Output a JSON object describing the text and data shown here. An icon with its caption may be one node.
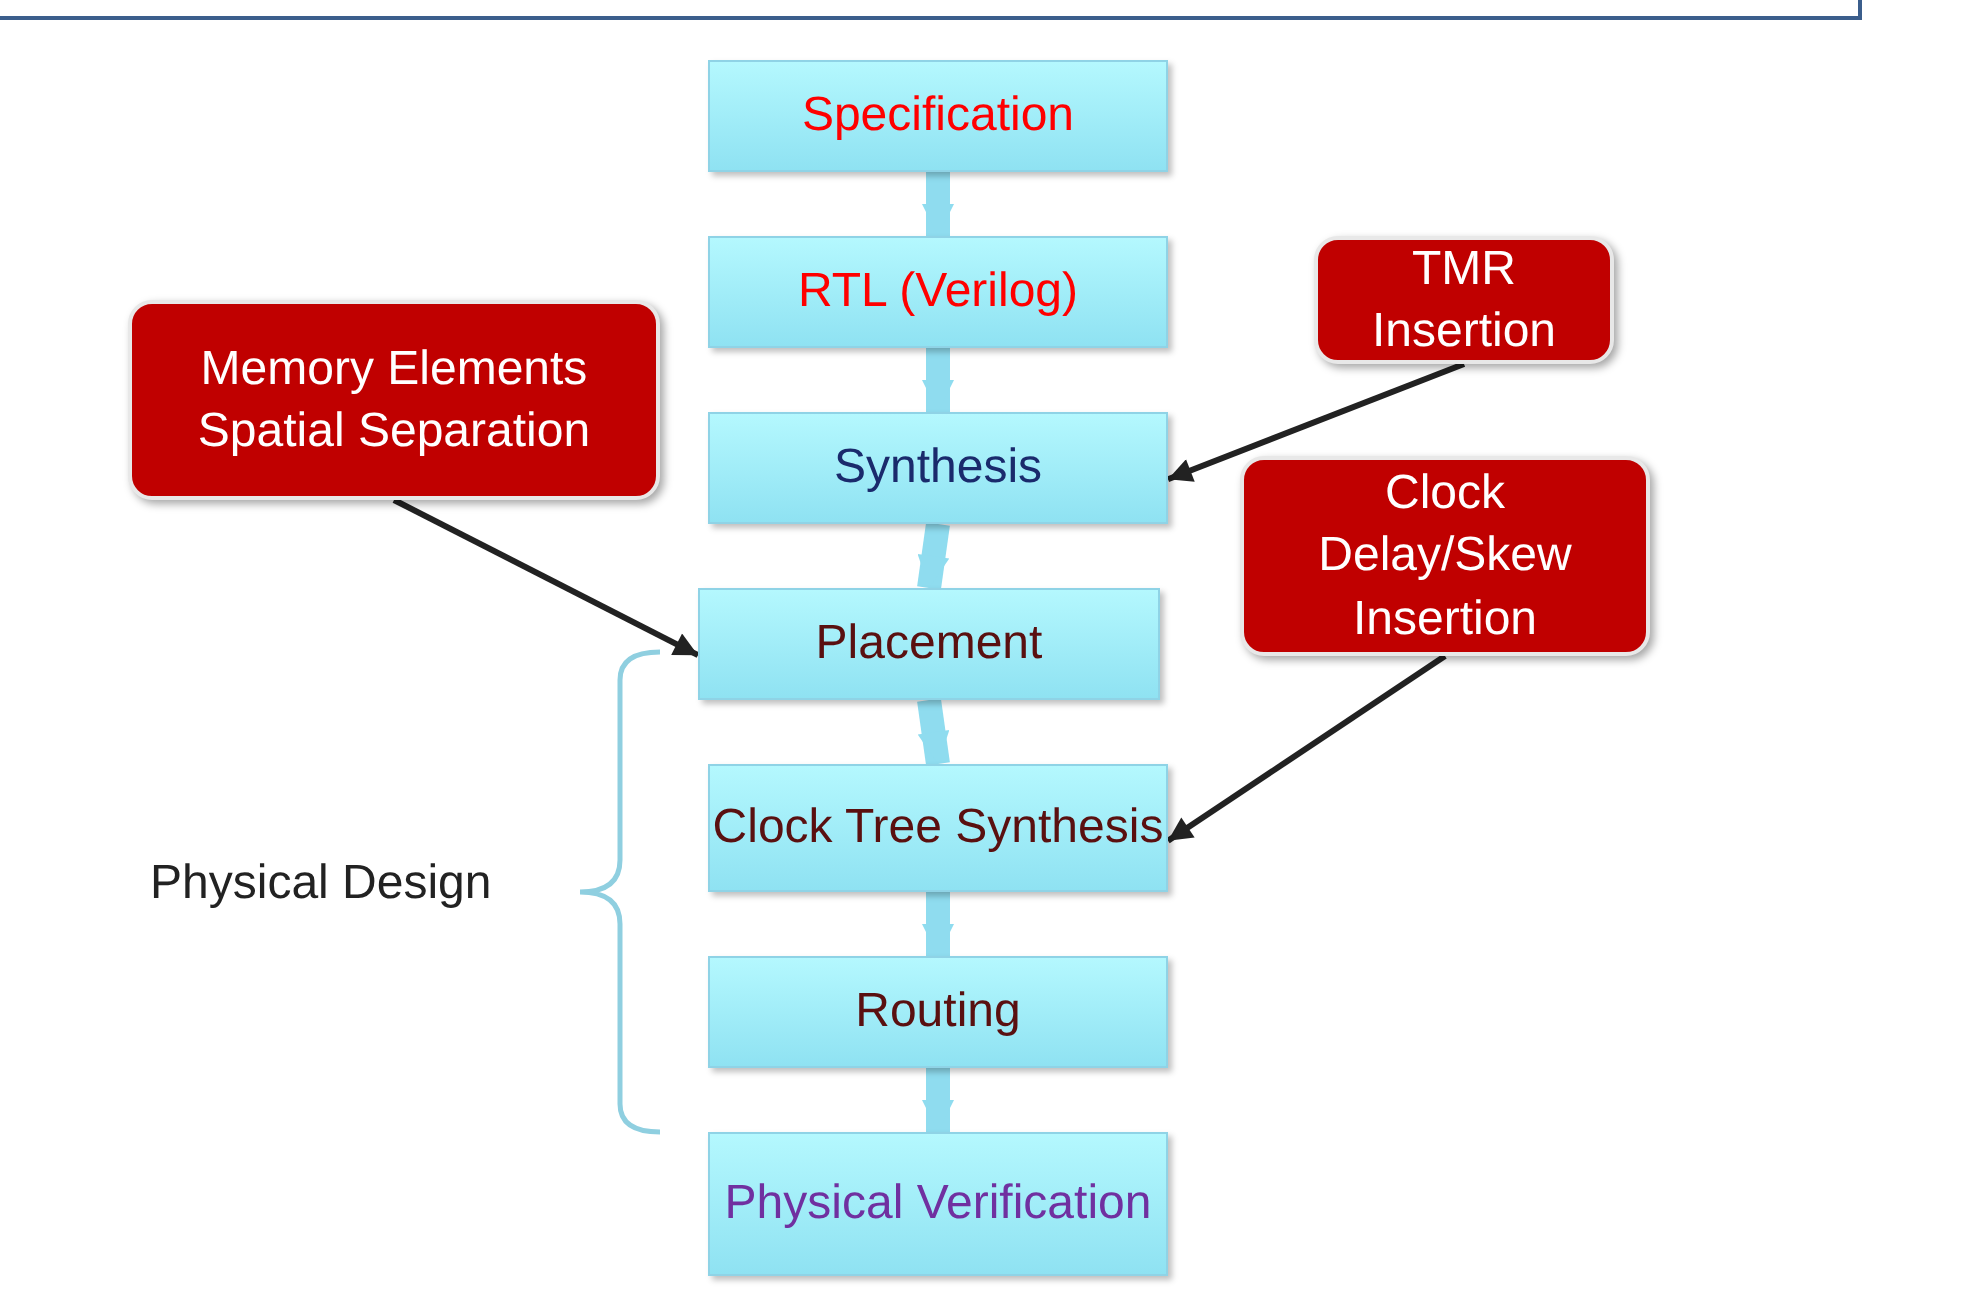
{
  "diagram": {
    "nodes": [
      {
        "text": [
          "Specification"
        ]
      },
      {
        "text": [
          "RTL (Verilog)"
        ]
      },
      {
        "text": [
          "TMR Insertion"
        ]
      },
      {
        "text": [
          "Memory Elements Spatial Separation"
        ]
      },
      {
        "text": [
          "Synthesis"
        ]
      },
      {
        "text": [
          "Clock Delay/Skew Insertion"
        ]
      },
      {
        "text": [
          "Placement"
        ]
      },
      {
        "text": [
          "Clock Tree Synthesis"
        ]
      },
      {
        "text": [
          "Routing"
        ]
      },
      {
        "text": [
          "Physical Verification"
        ]
      }
    ],
    "edges": [
      {
        "from": 0,
        "to": 1,
        "arrow": "to"
      },
      {
        "from": 1,
        "to": 4,
        "arrow": "to"
      },
      {
        "from": 2,
        "to": 4,
        "arrow": "to",
        "color": "#222222"
      },
      {
        "from": 3,
        "to": 6,
        "arrow": "to",
        "color": "#222222"
      },
      {
        "from": 4,
        "to": 6,
        "arrow": "to"
      },
      {
        "from": 5,
        "to": 7,
        "arrow": "to",
        "color": "#222222"
      },
      {
        "from": 6,
        "to": 7,
        "arrow": "to"
      },
      {
        "from": 7,
        "to": 8,
        "arrow": "to"
      },
      {
        "from": 8,
        "to": 9,
        "arrow": "to"
      }
    ],
    "labels": [
      "Physical Design"
    ]
  }
}
